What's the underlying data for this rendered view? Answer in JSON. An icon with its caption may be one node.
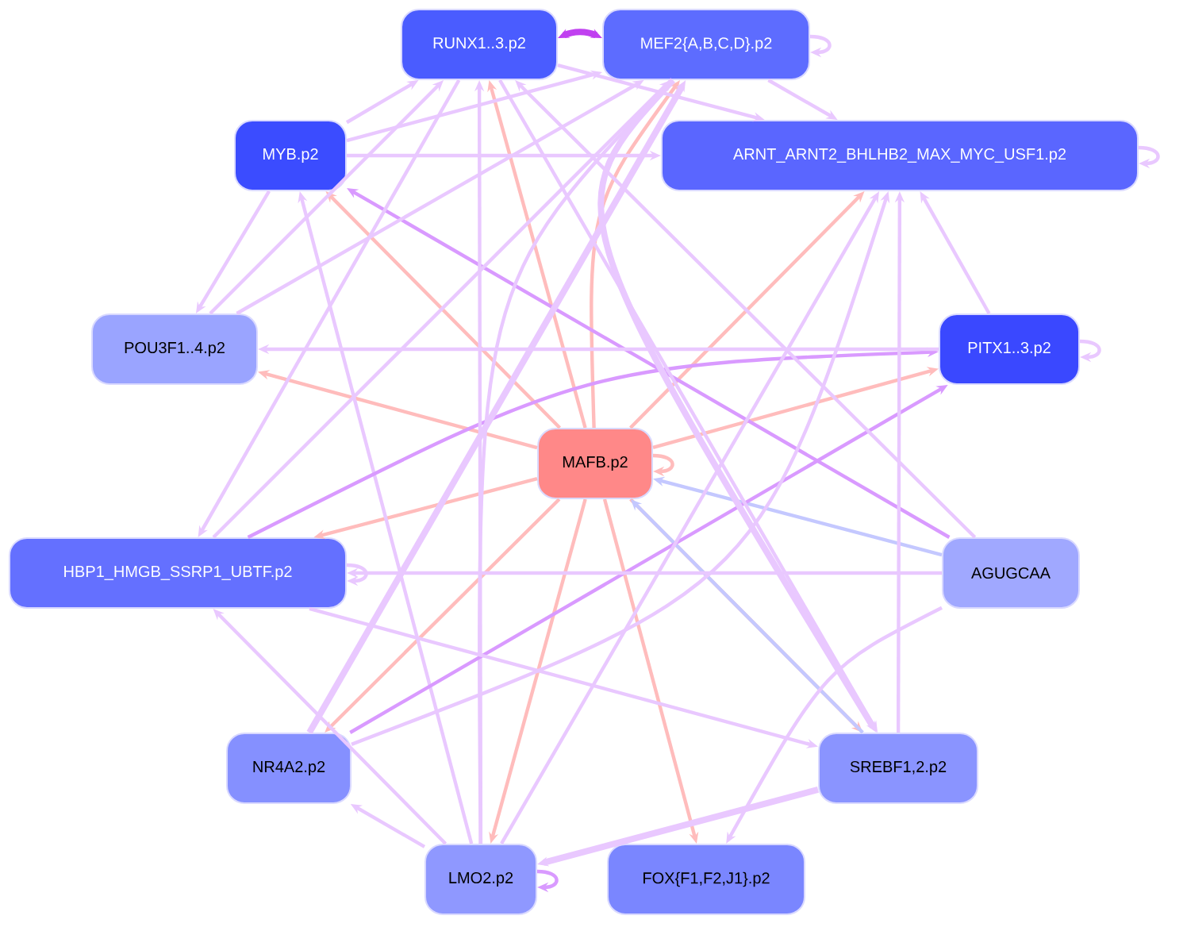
{
  "diagram": {
    "nodes": [
      {
        "text": [
          "RUNX1..3.p2"
        ]
      },
      {
        "text": [
          "MEF2{A,B,C,D}.p2"
        ]
      },
      {
        "text": [
          "MYB.p2"
        ]
      },
      {
        "text": [
          "ARNT_ARNT2_BHLHB2_MAX_MYC_USF1.p2"
        ]
      },
      {
        "text": [
          "POU3F1..4.p2"
        ]
      },
      {
        "text": [
          "PITX1..3.p2"
        ]
      },
      {
        "text": [
          "MAFB.p2"
        ]
      },
      {
        "text": [
          "HBP1_HMGB_SSRP1_UBTF.p2"
        ]
      },
      {
        "text": [
          "AGUGCAA"
        ]
      },
      {
        "text": [
          "NR4A2.p2"
        ]
      },
      {
        "text": [
          "SREBF1,2.p2"
        ]
      },
      {
        "text": [
          "LMO2.p2"
        ]
      },
      {
        "text": [
          "FOX{F1,F2,J1}.p2"
        ]
      }
    ],
    "edges": [
      {
        "from": 6,
        "to": 0,
        "arrow": "to",
        "color": "#ffbcbc"
      },
      {
        "from": 6,
        "to": 2,
        "arrow": "to",
        "color": "#ffbcbc"
      },
      {
        "from": 6,
        "to": 4,
        "arrow": "to",
        "color": "#ffbcbc"
      },
      {
        "from": 6,
        "to": 7,
        "arrow": "to",
        "color": "#ffbcbc"
      },
      {
        "from": 6,
        "to": 9,
        "arrow": "to",
        "color": "#ffbcbc"
      },
      {
        "from": 6,
        "to": 11,
        "arrow": "to",
        "color": "#ffbcbc"
      },
      {
        "from": 6,
        "to": 12,
        "arrow": "to",
        "color": "#ffbcbc"
      },
      {
        "from": 6,
        "to": 10,
        "arrow": "to",
        "color": "#ffbcbc"
      },
      {
        "from": 6,
        "to": 3,
        "arrow": "to",
        "color": "#ffbcbc"
      },
      {
        "from": 6,
        "to": 5,
        "arrow": "to",
        "color": "#ffbcbc"
      },
      {
        "from": 6,
        "to": 1,
        "arrow": "to",
        "color": "#ffbcbc"
      },
      {
        "from": 6,
        "to": 6,
        "arrow": "to",
        "color": "#ffbcbc"
      },
      {
        "from": 8,
        "to": 6,
        "arrow": "to",
        "color": "#c4c8ff"
      },
      {
        "from": 10,
        "to": 6,
        "arrow": "to",
        "color": "#c4c8ff"
      },
      {
        "from": 0,
        "to": 1,
        "arrow": "both",
        "style": "thick",
        "color": "#c040f0"
      },
      {
        "from": 1,
        "to": 1,
        "arrow": "to"
      },
      {
        "from": 3,
        "to": 3,
        "arrow": "to"
      },
      {
        "from": 5,
        "to": 5,
        "arrow": "to"
      },
      {
        "from": 11,
        "to": 11,
        "arrow": "to",
        "color": "#d99aff"
      },
      {
        "from": 7,
        "to": 7,
        "arrow": "to"
      },
      {
        "from": 2,
        "to": 0,
        "arrow": "to"
      },
      {
        "from": 2,
        "to": 4,
        "arrow": "to"
      },
      {
        "from": 2,
        "to": 3,
        "arrow": "to"
      },
      {
        "from": 2,
        "to": 1,
        "arrow": "to"
      },
      {
        "from": 11,
        "to": 2,
        "arrow": "to"
      },
      {
        "from": 8,
        "to": 2,
        "arrow": "to",
        "color": "#d99aff"
      },
      {
        "from": 4,
        "to": 0,
        "arrow": "to"
      },
      {
        "from": 4,
        "to": 1,
        "arrow": "to"
      },
      {
        "from": 7,
        "to": 5,
        "arrow": "to",
        "color": "#d99aff"
      },
      {
        "from": 7,
        "to": 1,
        "arrow": "to"
      },
      {
        "from": 0,
        "to": 7,
        "arrow": "to"
      },
      {
        "from": 11,
        "to": 0,
        "arrow": "to"
      },
      {
        "from": 11,
        "to": 9,
        "arrow": "to"
      },
      {
        "from": 11,
        "to": 7,
        "arrow": "to"
      },
      {
        "from": 11,
        "to": 1,
        "arrow": "to"
      },
      {
        "from": 10,
        "to": 11,
        "arrow": "to",
        "style": "thick"
      },
      {
        "from": 9,
        "to": 1,
        "arrow": "to",
        "style": "thick"
      },
      {
        "from": 9,
        "to": 5,
        "arrow": "to",
        "color": "#d99aff"
      },
      {
        "from": 8,
        "to": 7,
        "arrow": "to"
      },
      {
        "from": 8,
        "to": 12,
        "arrow": "to"
      },
      {
        "from": 10,
        "to": 3,
        "arrow": "to"
      },
      {
        "from": 5,
        "to": 3,
        "arrow": "to"
      },
      {
        "from": 5,
        "to": 4,
        "arrow": "to"
      },
      {
        "from": 0,
        "to": 10,
        "arrow": "to"
      },
      {
        "from": 1,
        "to": 10,
        "arrow": "to",
        "style": "thick"
      },
      {
        "from": 8,
        "to": 0,
        "arrow": "to"
      },
      {
        "from": 7,
        "to": 10,
        "arrow": "to"
      },
      {
        "from": 9,
        "to": 3,
        "arrow": "to"
      },
      {
        "from": 11,
        "to": 3,
        "arrow": "to"
      },
      {
        "from": 0,
        "to": 3,
        "arrow": "to"
      },
      {
        "from": 1,
        "to": 3,
        "arrow": "to"
      }
    ]
  }
}
